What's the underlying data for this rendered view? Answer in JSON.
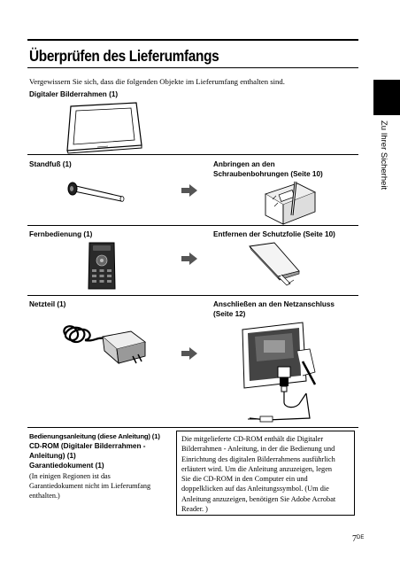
{
  "page": {
    "title": "Überprüfen des Lieferumfangs",
    "intro": "Vergewissern Sie sich, dass die folgenden Objekte im Lieferumfang enthalten sind.",
    "sidebar_label": "Zu Ihrer Sicherheit",
    "page_number": "7",
    "page_lang": "DE"
  },
  "items": {
    "frame": {
      "label": "Digitaler Bilderrahmen (1)"
    },
    "stand": {
      "label": "Standfuß (1)",
      "action": "Anbringen an den Schraubenbohrungen (Seite 10)"
    },
    "remote": {
      "label": "Fernbedienung (1)",
      "action": "Entfernen der Schutzfolie (Seite 10)"
    },
    "adapter": {
      "label": "Netzteil (1)",
      "action_line1": "Anschließen an den Netzanschluss",
      "action_line2": "(Seite 12)"
    }
  },
  "docs": {
    "line1": "Bedienungsanleitung (diese Anleitung) (1)",
    "line2": "CD-ROM (Digitaler Bilderrahmen -",
    "line3": "Anleitung) (1)",
    "line4": "Garantiedokument (1)",
    "note1": "(In einigen Regionen ist das",
    "note2": "Garantiedokument nicht im Lieferumfang",
    "note3": "enthalten.)"
  },
  "notebox": {
    "l1": "Die mitgelieferte CD-ROM enthält die Digitaler",
    "l2": "Bilderrahmen - Anleitung, in der die Bedienung und",
    "l3": "Einrichtung des digitalen Bilderrahmens ausführlich",
    "l4": "erläutert wird. Um die Anleitung anzuzeigen, legen",
    "l5": "Sie die CD-ROM in den Computer ein und",
    "l6": "doppelklicken auf das Anleitungssymbol. (Um die",
    "l7": "Anleitung anzuzeigen, benötigen Sie Adobe Acrobat",
    "l8": "Reader. )"
  }
}
